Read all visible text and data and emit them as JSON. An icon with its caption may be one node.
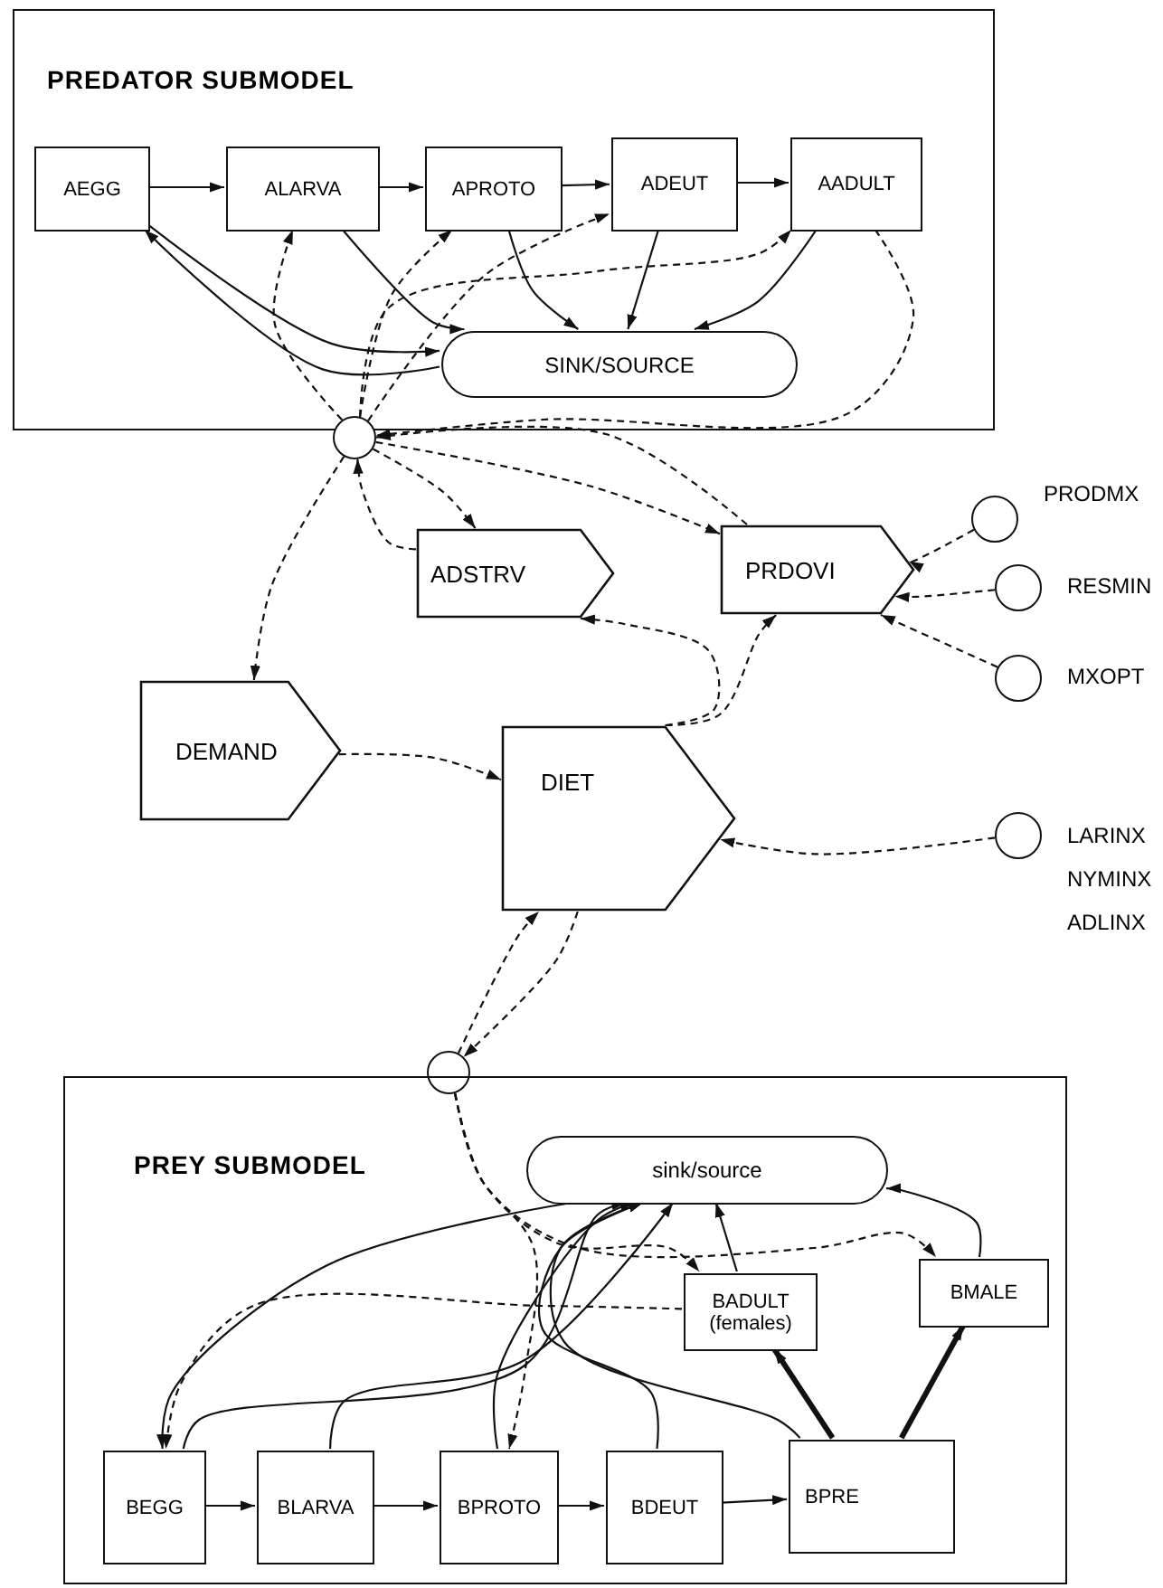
{
  "diagram": {
    "nodes": [
      {
        "text": [
          "PREDATOR SUBMODEL"
        ]
      },
      {
        "text": [
          "AEGG"
        ],
        "in": 0
      },
      {
        "text": [
          "ALARVA"
        ],
        "in": 0
      },
      {
        "text": [
          "APROTO"
        ],
        "in": 0
      },
      {
        "text": [
          "ADEUT"
        ],
        "in": 0
      },
      {
        "text": [
          "AADULT"
        ],
        "in": 0
      },
      {
        "text": [
          "SINK/SOURCE"
        ],
        "in": 0
      },
      {
        "text": [],
        "shape": "circle"
      },
      {
        "text": [
          "ADSTRV"
        ]
      },
      {
        "text": [
          "PRDOVI"
        ]
      },
      {
        "text": [],
        "shape": "circle",
        "beside": [
          "PRODMX"
        ]
      },
      {
        "text": [],
        "shape": "circle",
        "beside": [
          "RESMIN"
        ]
      },
      {
        "text": [],
        "shape": "circle",
        "beside": [
          "MXOPT"
        ]
      },
      {
        "text": [
          "DEMAND"
        ]
      },
      {
        "text": [
          "DIET"
        ]
      },
      {
        "text": [],
        "shape": "circle",
        "beside": [
          "LARINX",
          "NYMINX",
          "ADLINX"
        ]
      },
      {
        "text": [],
        "shape": "circle"
      },
      {
        "text": [
          "PREY SUBMODEL"
        ]
      },
      {
        "text": [
          "sink/source"
        ],
        "in": 17
      },
      {
        "text": [
          "BADULT (females)"
        ],
        "in": 17
      },
      {
        "text": [
          "BMALE"
        ],
        "in": 17
      },
      {
        "text": [
          "BEGG"
        ],
        "in": 17
      },
      {
        "text": [
          "BLARVA"
        ],
        "in": 17
      },
      {
        "text": [
          "BPROTO"
        ],
        "in": 17
      },
      {
        "text": [
          "BDEUT"
        ],
        "in": 17
      },
      {
        "text": [
          "BPRE"
        ],
        "in": 17
      }
    ],
    "edges": [
      {
        "from": 1,
        "to": 2,
        "arrow": "to"
      },
      {
        "from": 2,
        "to": 3,
        "arrow": "to"
      },
      {
        "from": 3,
        "to": 4,
        "arrow": "to"
      },
      {
        "from": 4,
        "to": 5,
        "arrow": "to"
      },
      {
        "from": 1,
        "to": 6,
        "arrow": "to"
      },
      {
        "from": 6,
        "to": 1,
        "arrow": "to"
      },
      {
        "from": 2,
        "to": 6,
        "arrow": "to"
      },
      {
        "from": 3,
        "to": 6,
        "arrow": "to"
      },
      {
        "from": 4,
        "to": 6,
        "arrow": "to"
      },
      {
        "from": 5,
        "to": 6,
        "arrow": "to"
      },
      {
        "from": 7,
        "to": 2,
        "arrow": "to",
        "style": "dashed"
      },
      {
        "from": 7,
        "to": 3,
        "arrow": "to",
        "style": "dashed"
      },
      {
        "from": 7,
        "to": 4,
        "arrow": "to",
        "style": "dashed"
      },
      {
        "from": 7,
        "to": 5,
        "arrow": "to",
        "style": "dashed"
      },
      {
        "from": 5,
        "to": 7,
        "arrow": "to",
        "style": "dashed"
      },
      {
        "from": 7,
        "to": 8,
        "arrow": "to",
        "style": "dashed"
      },
      {
        "from": 8,
        "to": 7,
        "arrow": "to",
        "style": "dashed"
      },
      {
        "from": 7,
        "to": 9,
        "arrow": "to",
        "style": "dashed"
      },
      {
        "from": 9,
        "to": 7,
        "arrow": "to",
        "style": "dashed"
      },
      {
        "from": 7,
        "to": 13,
        "arrow": "to",
        "style": "dashed"
      },
      {
        "from": 10,
        "to": 9,
        "arrow": "to",
        "style": "dashed"
      },
      {
        "from": 11,
        "to": 9,
        "arrow": "to",
        "style": "dashed"
      },
      {
        "from": 12,
        "to": 9,
        "arrow": "to",
        "style": "dashed"
      },
      {
        "from": 13,
        "to": 14,
        "arrow": "to",
        "style": "dashed"
      },
      {
        "from": 15,
        "to": 14,
        "arrow": "to",
        "style": "dashed"
      },
      {
        "from": 14,
        "to": 9,
        "arrow": "to",
        "style": "dashed"
      },
      {
        "from": 14,
        "to": 8,
        "arrow": "to",
        "style": "dashed"
      },
      {
        "from": 16,
        "to": 14,
        "arrow": "to",
        "style": "dashed"
      },
      {
        "from": 14,
        "to": 16,
        "arrow": "to",
        "style": "dashed"
      },
      {
        "from": 16,
        "to": 23,
        "arrow": "to",
        "style": "dashed"
      },
      {
        "from": 16,
        "to": 19,
        "arrow": "to",
        "style": "dashed"
      },
      {
        "from": 16,
        "to": 20,
        "arrow": "to",
        "style": "dashed"
      },
      {
        "from": 19,
        "to": 18,
        "arrow": "to"
      },
      {
        "from": 20,
        "to": 18,
        "arrow": "to"
      },
      {
        "from": 18,
        "to": 21,
        "arrow": "to"
      },
      {
        "from": 19,
        "to": 21,
        "arrow": "to",
        "style": "dashed"
      },
      {
        "from": 21,
        "to": 18,
        "arrow": "to"
      },
      {
        "from": 22,
        "to": 18,
        "arrow": "to"
      },
      {
        "from": 23,
        "to": 18,
        "arrow": "to"
      },
      {
        "from": 24,
        "to": 18,
        "arrow": "to"
      },
      {
        "from": 25,
        "to": 18,
        "arrow": "to"
      },
      {
        "from": 25,
        "to": 19,
        "arrow": "to",
        "style": "thick"
      },
      {
        "from": 25,
        "to": 20,
        "arrow": "to",
        "style": "thick"
      },
      {
        "from": 21,
        "to": 22,
        "arrow": "to"
      },
      {
        "from": 22,
        "to": 23,
        "arrow": "to"
      },
      {
        "from": 23,
        "to": 24,
        "arrow": "to"
      },
      {
        "from": 24,
        "to": 25,
        "arrow": "to"
      }
    ]
  }
}
